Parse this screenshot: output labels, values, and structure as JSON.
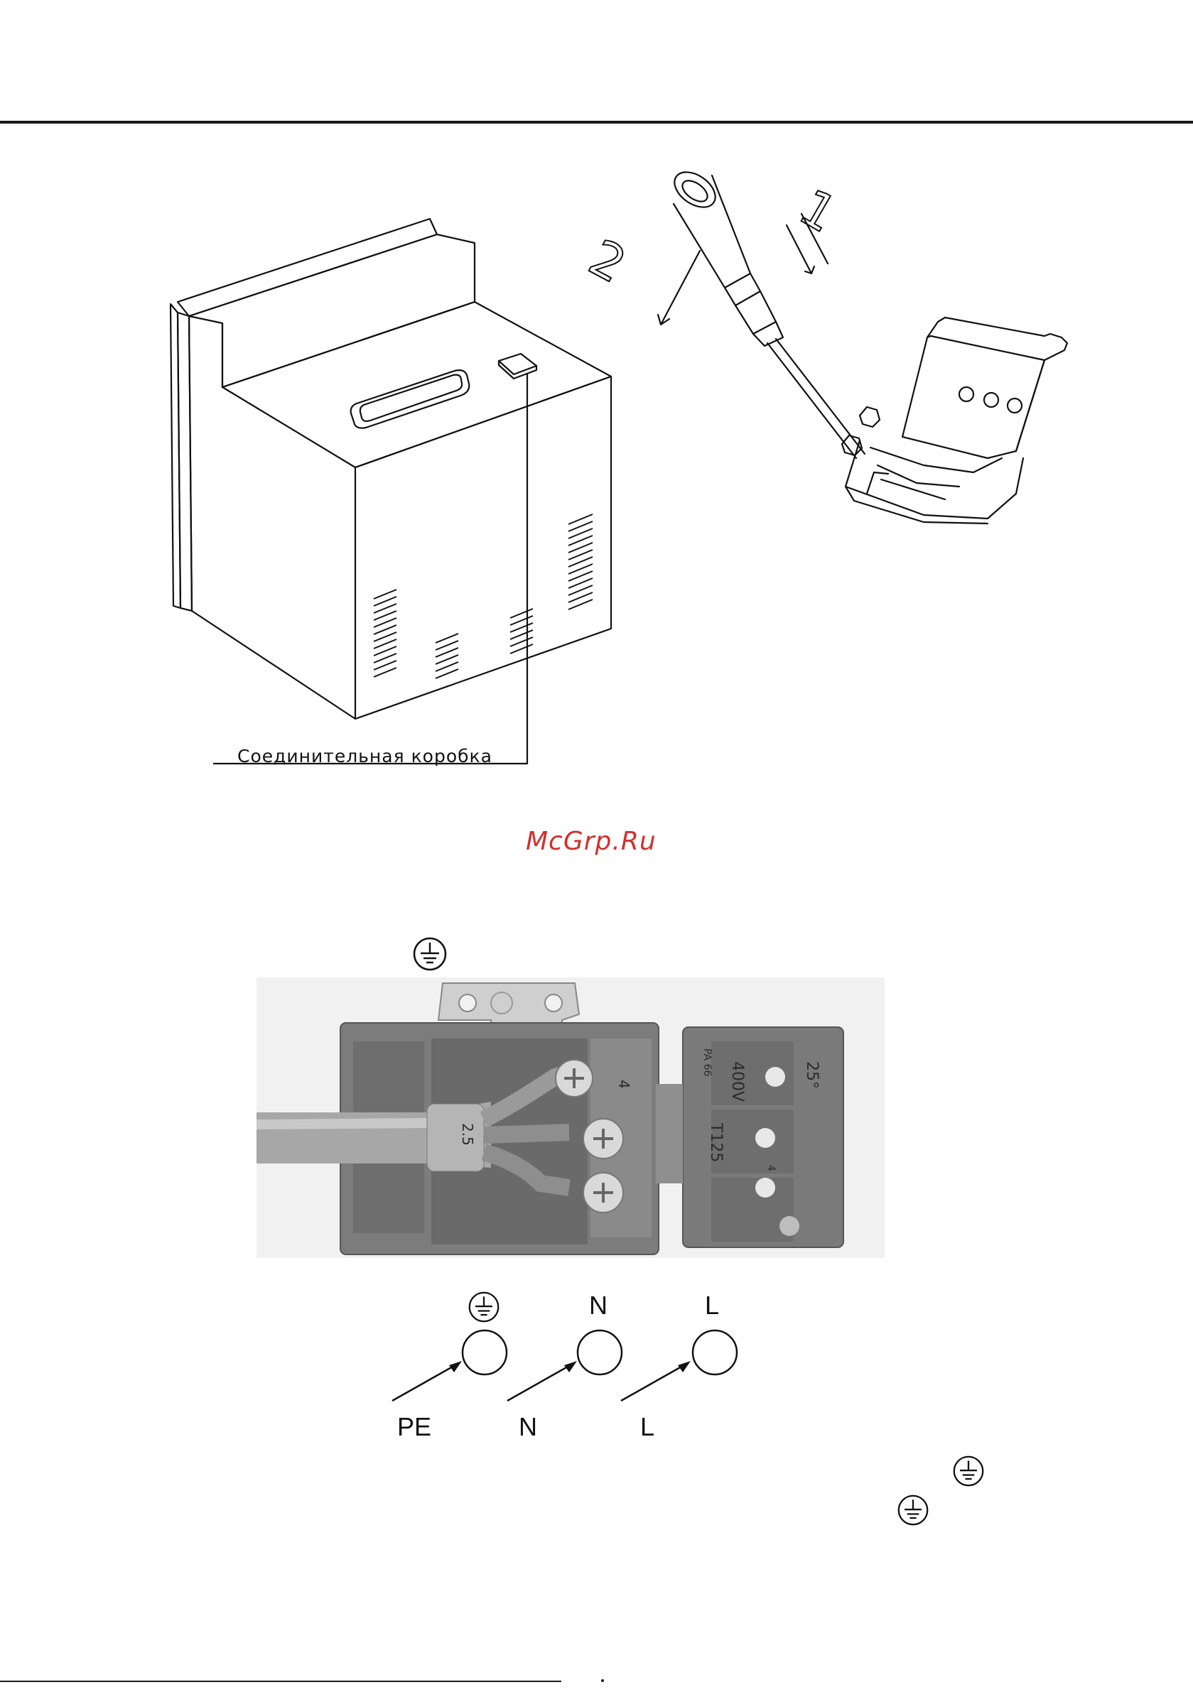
{
  "figure_top": {
    "junction_box_label": "Соединительная коробка",
    "step_labels": [
      "1",
      "2"
    ]
  },
  "watermark": "McGrp.Ru",
  "terminal_block": {
    "markings": [
      "4",
      "400V",
      "PA 66",
      "T125",
      "25°",
      "2.5",
      "4"
    ]
  },
  "terminals": {
    "top_labels": [
      "N",
      "L"
    ],
    "wire_labels": [
      "PE",
      "N",
      "L"
    ]
  },
  "icons": {
    "ground": "ground-symbol-icon"
  }
}
